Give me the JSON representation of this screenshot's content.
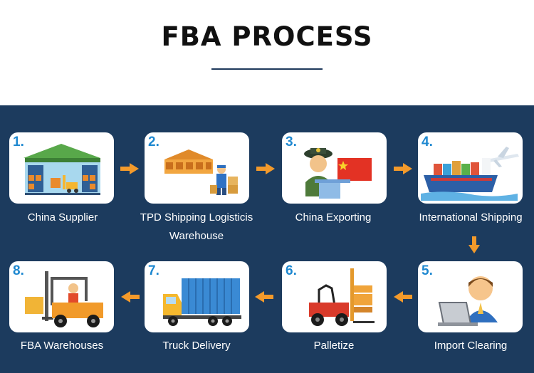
{
  "title": "FBA PROCESS",
  "colors": {
    "panel": "#1c3b5e",
    "arrow": "#f39a2b",
    "step_number": "#1e88d0"
  },
  "steps": [
    {
      "number": "1.",
      "label": "China Supplier",
      "icon": "warehouse-icon"
    },
    {
      "number": "2.",
      "label_line1": "TPD Shipping Logisticis",
      "label_line2": "Warehouse",
      "icon": "warehouse-worker-icon"
    },
    {
      "number": "3.",
      "label": "China Exporting",
      "icon": "customs-officer-icon"
    },
    {
      "number": "4.",
      "label": "International Shipping",
      "icon": "ship-plane-icon"
    },
    {
      "number": "5.",
      "label": "Import Clearing",
      "icon": "laptop-user-icon"
    },
    {
      "number": "6.",
      "label": "Palletize",
      "icon": "forklift-icon"
    },
    {
      "number": "7.",
      "label": "Truck Delivery",
      "icon": "truck-icon"
    },
    {
      "number": "8.",
      "label": "FBA  Warehouses",
      "icon": "forklift-driver-icon"
    }
  ]
}
